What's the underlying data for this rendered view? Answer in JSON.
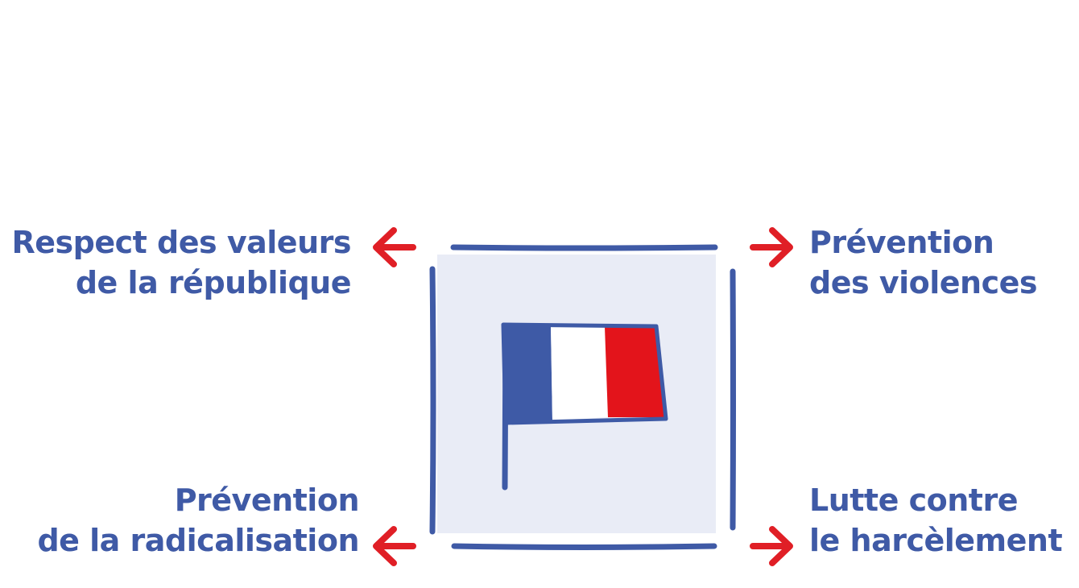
{
  "diagram": {
    "labels": {
      "top_left": [
        "Respect des valeurs",
        "de la république"
      ],
      "top_right": [
        "Prévention",
        "des violences"
      ],
      "bottom_left": [
        "Prévention",
        "de la radicalisation"
      ],
      "bottom_right": [
        "Lutte contre",
        "le harcèlement"
      ]
    },
    "colors": {
      "text": "#3f5aa6",
      "frame": "#3f5aa6",
      "panel": "#e9ecf6",
      "arrow": "#e01f26",
      "flag_blue": "#3e5aa6",
      "flag_white": "#ffffff",
      "flag_red": "#e3141b"
    },
    "icons": {
      "center": "french-flag-icon",
      "arrows": "arrow-icon"
    }
  }
}
